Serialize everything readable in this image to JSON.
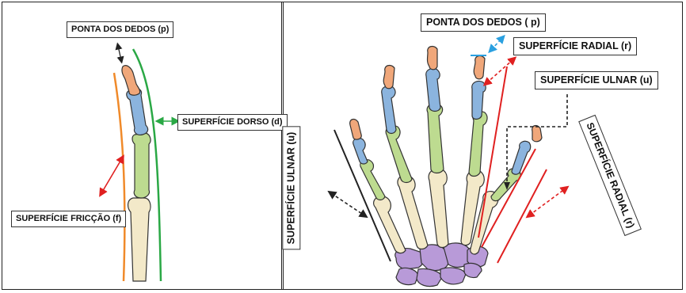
{
  "left_panel": {
    "tip_label": "PONTA DOS DEDOS (p)",
    "dorsal_label": "SUPERFÍCIE DORSO (d)",
    "friction_label": "SUPERFÍCIE FRICÇÃO (f)"
  },
  "right_panel": {
    "tip_label": "PONTA DOS DEDOS ( p)",
    "radial_label": "SUPERFÍCIE RADIAL (r)",
    "ulnar_label": "SUPERFÍCIE ULNAR (u)",
    "ulnar_vertical_label": "SUPERFÍCIE ULNAR (u)",
    "radial_diagonal_label": "SUPERFÍCIE RADIAL (r)"
  },
  "colors": {
    "distal_phalanx": "#f0a77a",
    "middle_phalanx": "#8bb4de",
    "proximal_phalanx": "#bddb90",
    "metacarpal": "#f3e9c9",
    "carpal": "#b89ad8",
    "dorsal_line": "#2aa845",
    "friction_line": "#f08a2a",
    "radial_line": "#e02020",
    "arrow_red": "#e02020",
    "arrow_blue": "#2aa0e0"
  }
}
